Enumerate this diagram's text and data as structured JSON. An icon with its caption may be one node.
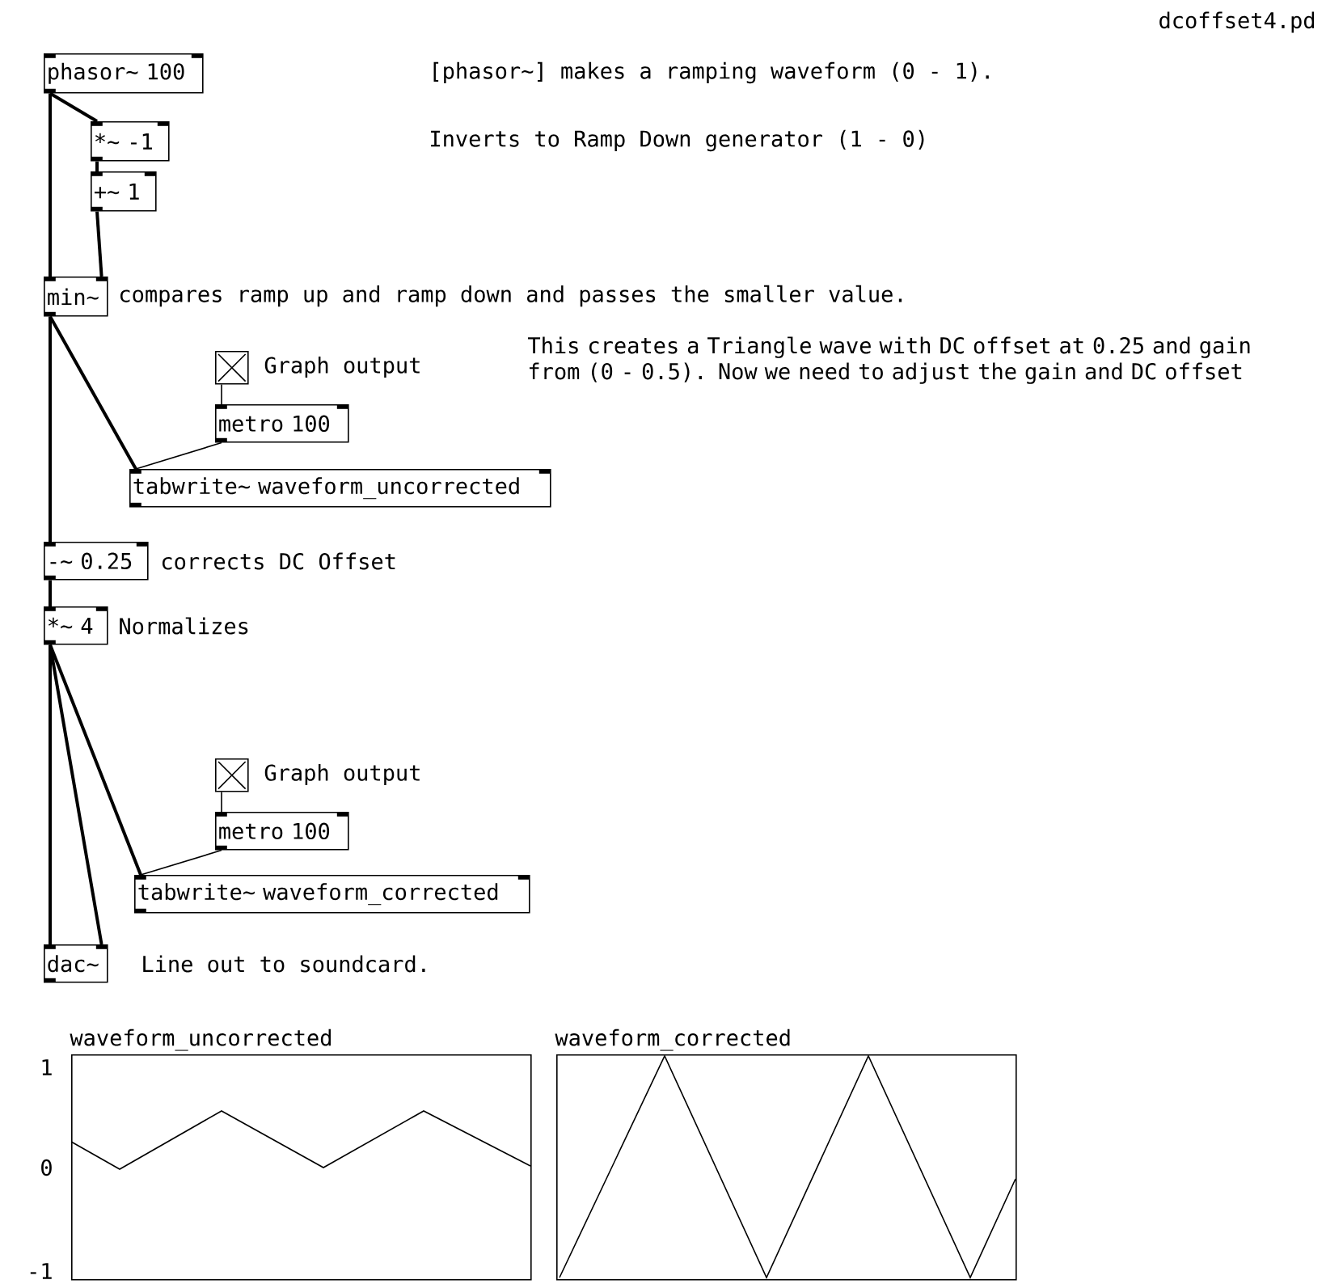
{
  "diagram": {
    "nodes": [
      {
        "text": [
          "phasor~ 100"
        ]
      },
      {
        "text": [
          "*~ -1"
        ]
      },
      {
        "text": [
          "+~ 1"
        ]
      },
      {
        "text": [
          "min~"
        ],
        "beside": [
          "compares ramp up and ramp down and passes the smaller value."
        ]
      },
      {
        "text": [],
        "shape": "box",
        "beside": [
          "Graph output"
        ]
      },
      {
        "text": [
          "metro 100"
        ]
      },
      {
        "text": [
          "tabwrite~ waveform_uncorrected"
        ]
      },
      {
        "text": [
          "-~ 0.25"
        ],
        "beside": [
          "corrects DC Offset"
        ]
      },
      {
        "text": [
          "*~ 4"
        ],
        "beside": [
          "Normalizes"
        ]
      },
      {
        "text": [],
        "shape": "box",
        "beside": [
          "Graph output"
        ]
      },
      {
        "text": [
          "metro 100"
        ]
      },
      {
        "text": [
          "tabwrite~ waveform_corrected"
        ]
      },
      {
        "text": [
          "dac~"
        ],
        "beside": [
          "Line out to soundcard."
        ]
      },
      {
        "text": [
          "waveform_uncorrected"
        ]
      },
      {
        "text": [
          "waveform_corrected"
        ]
      }
    ],
    "edges": [
      {
        "from": 0,
        "to": 3,
        "arrow": "none"
      },
      {
        "from": 0,
        "to": 1,
        "arrow": "none"
      },
      {
        "from": 1,
        "to": 2,
        "arrow": "none"
      },
      {
        "from": 2,
        "to": 3,
        "arrow": "none"
      },
      {
        "from": 3,
        "to": 7,
        "arrow": "none"
      },
      {
        "from": 3,
        "to": 6,
        "arrow": "none"
      },
      {
        "from": 4,
        "to": 5,
        "arrow": "none"
      },
      {
        "from": 5,
        "to": 6,
        "arrow": "none"
      },
      {
        "from": 7,
        "to": 8,
        "arrow": "none"
      },
      {
        "from": 8,
        "to": 12,
        "arrow": "none"
      },
      {
        "from": 8,
        "to": 12,
        "arrow": "none"
      },
      {
        "from": 8,
        "to": 11,
        "arrow": "none"
      },
      {
        "from": 9,
        "to": 10,
        "arrow": "none"
      },
      {
        "from": 10,
        "to": 11,
        "arrow": "none"
      }
    ],
    "labels": [
      "dcoffset4.pd",
      "[phasor~] makes a ramping waveform (0 - 1).",
      "Inverts to Ramp Down generator (1 - 0)",
      "This creates a Triangle wave with DC offset at 0.25 and gain from (0 - 0.5). Now we need to adjust the gain and DC offset",
      "1",
      "0",
      "-1"
    ]
  }
}
